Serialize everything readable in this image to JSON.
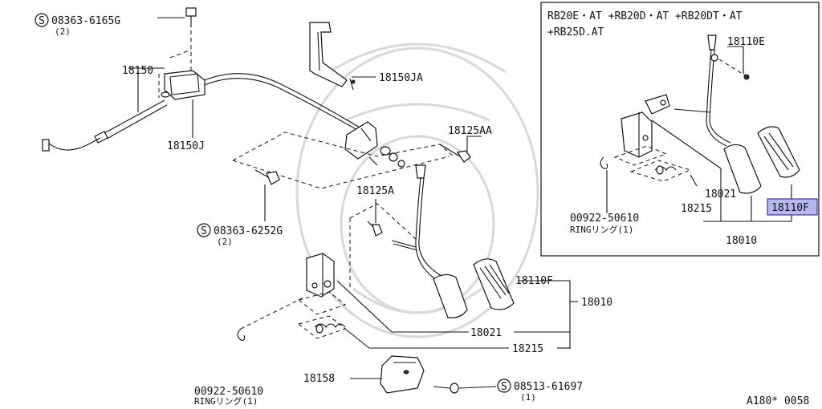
{
  "labels": {
    "bolt_top": "08363-6165G",
    "bolt_top_qty": "(2)",
    "cable": "18150",
    "bracket_ja": "18150JA",
    "clamp_j": "18150J",
    "bolt_aa": "18125AA",
    "bolt_a": "18125A",
    "bolt_mid": "08363-6252G",
    "bolt_mid_qty": "(2)",
    "pad_f": "18110F",
    "pedal_assy": "18010",
    "spring_021": "18021",
    "spring_215": "18215",
    "ring": "00922-50610",
    "ring_desc": "RINGリング(1)",
    "stopper": "18158",
    "screw": "08513-61697",
    "screw_qty": "(1)",
    "s_mark": "S"
  },
  "inset": {
    "title_line1": "RB20E・AT +RB20D・AT +RB20DT・AT",
    "title_line2": "+RB25D.AT",
    "label_e": "18110E",
    "label_021": "18021",
    "label_215": "18215",
    "label_f": "18110F",
    "label_ring": "00922-50610",
    "label_ring_desc": "RINGリング(1)",
    "label_assy": "18010"
  },
  "footer": {
    "ref": "A180* 0058"
  },
  "colors": {
    "highlight_fill": "#b7b7ee",
    "highlight_stroke": "#3b3bb0"
  }
}
